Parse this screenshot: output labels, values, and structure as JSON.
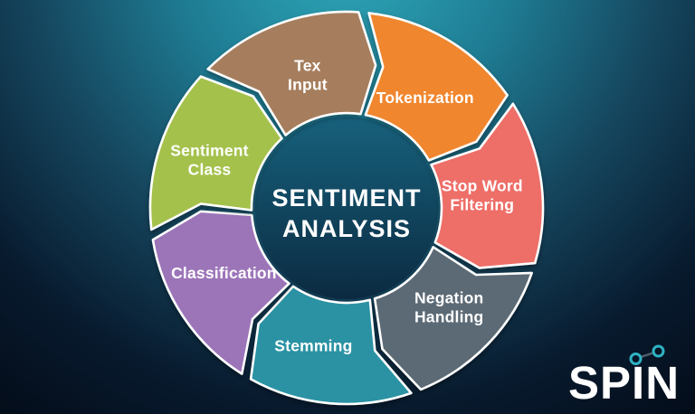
{
  "title": {
    "line1": "SENTIMENT",
    "line2": "ANALYSIS"
  },
  "wheel": {
    "center_label": "SENTIMENT ANALYSIS",
    "segments": [
      {
        "id": "tex-input",
        "label": "Tex Input",
        "lines": [
          "Tex",
          "Input"
        ],
        "color": "#a67e5d"
      },
      {
        "id": "tokenization",
        "label": "Tokenization",
        "lines": [
          "Tokenization"
        ],
        "color": "#f0862f"
      },
      {
        "id": "stop-word-filtering",
        "label": "Stop Word Filtering",
        "lines": [
          "Stop Word",
          "Filtering"
        ],
        "color": "#ee6e67"
      },
      {
        "id": "negation-handling",
        "label": "Negation Handling",
        "lines": [
          "Negation",
          "Handling"
        ],
        "color": "#5c6b74"
      },
      {
        "id": "stemming",
        "label": "Stemming",
        "lines": [
          "Stemming"
        ],
        "color": "#2b92a3"
      },
      {
        "id": "classification",
        "label": "Classification",
        "lines": [
          "Classification"
        ],
        "color": "#9c74b9"
      },
      {
        "id": "sentiment-class",
        "label": "Sentiment Class",
        "lines": [
          "Sentiment",
          "Class"
        ],
        "color": "#a4c14b"
      }
    ],
    "flow_order": [
      "Tex Input",
      "Tokenization",
      "Stop Word Filtering",
      "Negation Handling",
      "Stemming",
      "Classification",
      "Sentiment Class"
    ]
  },
  "brand": {
    "name": "SPIN",
    "accent_color": "#2fb3c4",
    "link_color": "#4d5d6a",
    "text_color": "#ffffff"
  },
  "colors": {
    "background_top": "#2fabbc",
    "background_bottom": "#040d1a",
    "center_circle_top": "#17617c",
    "center_circle_bottom": "#0b2a41",
    "segment_border": "#ffffff",
    "label_color": "#ffffff"
  }
}
